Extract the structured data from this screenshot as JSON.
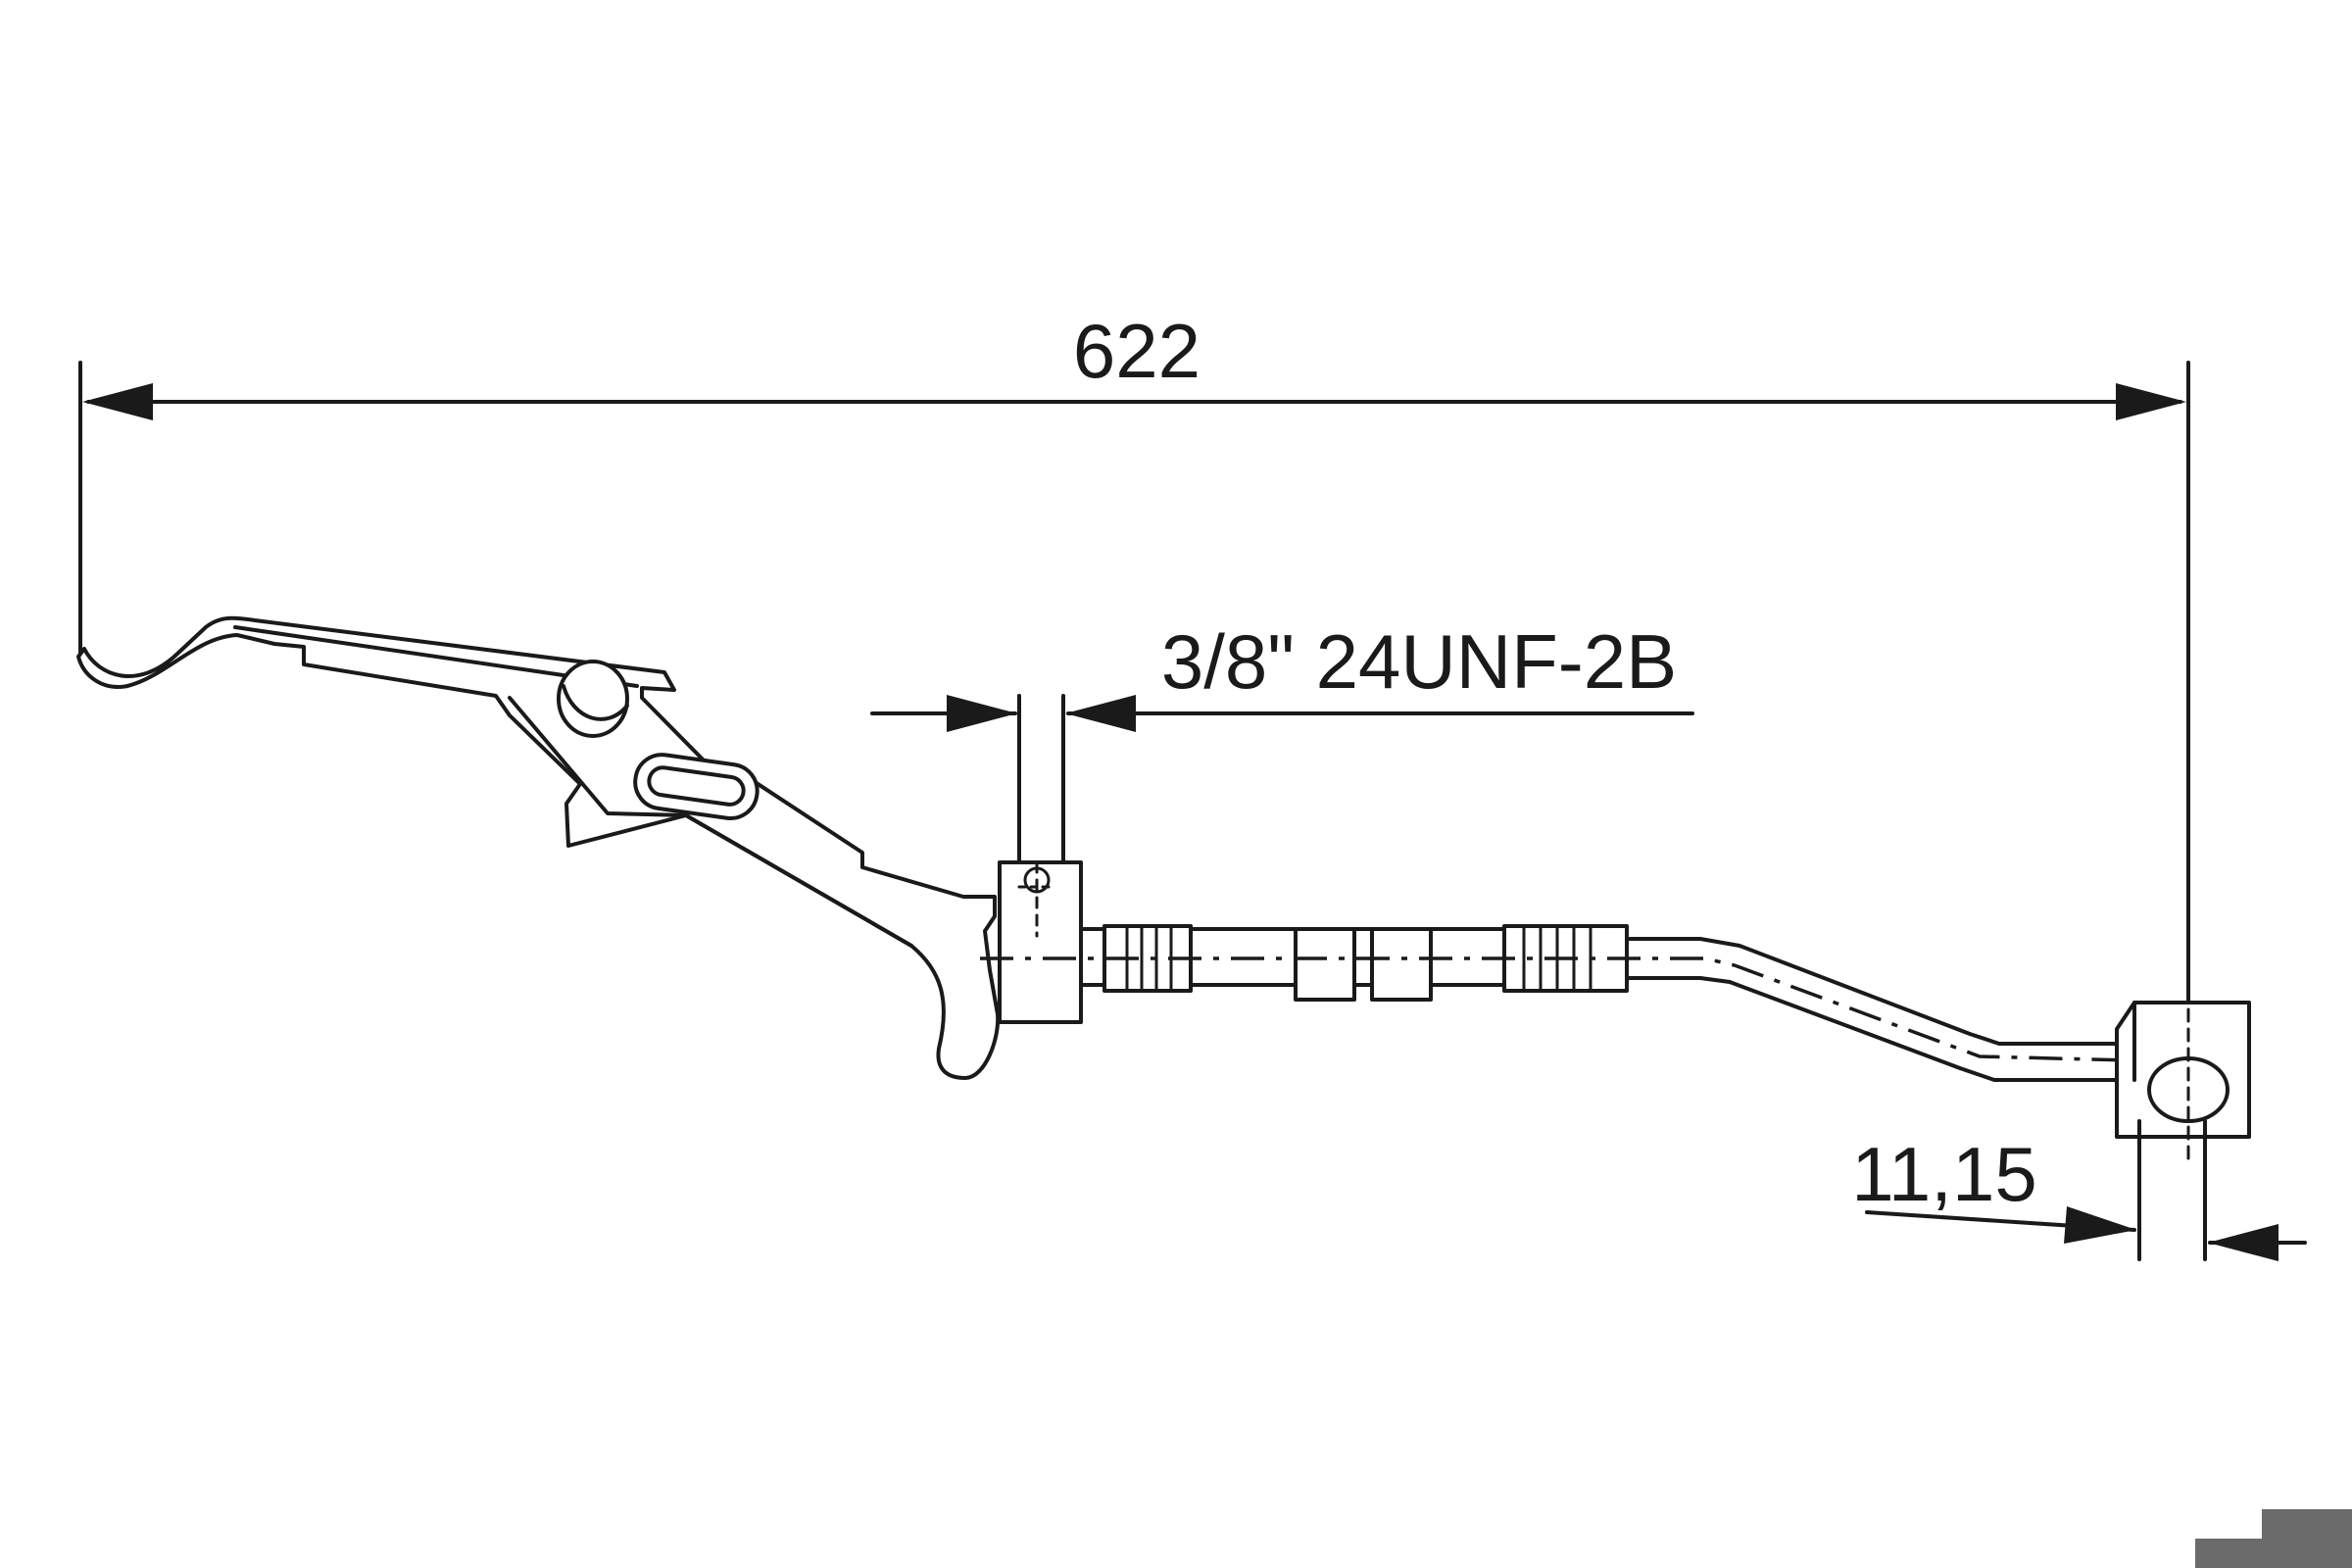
{
  "dimensions": {
    "overall_length": "622",
    "thread_spec": "3/8\" 24UNF-2B",
    "fitting_width": "11,15"
  },
  "colors": {
    "line": "#1a1a1a",
    "background": "#ffffff",
    "corner_mark": "#6b6b6b"
  }
}
